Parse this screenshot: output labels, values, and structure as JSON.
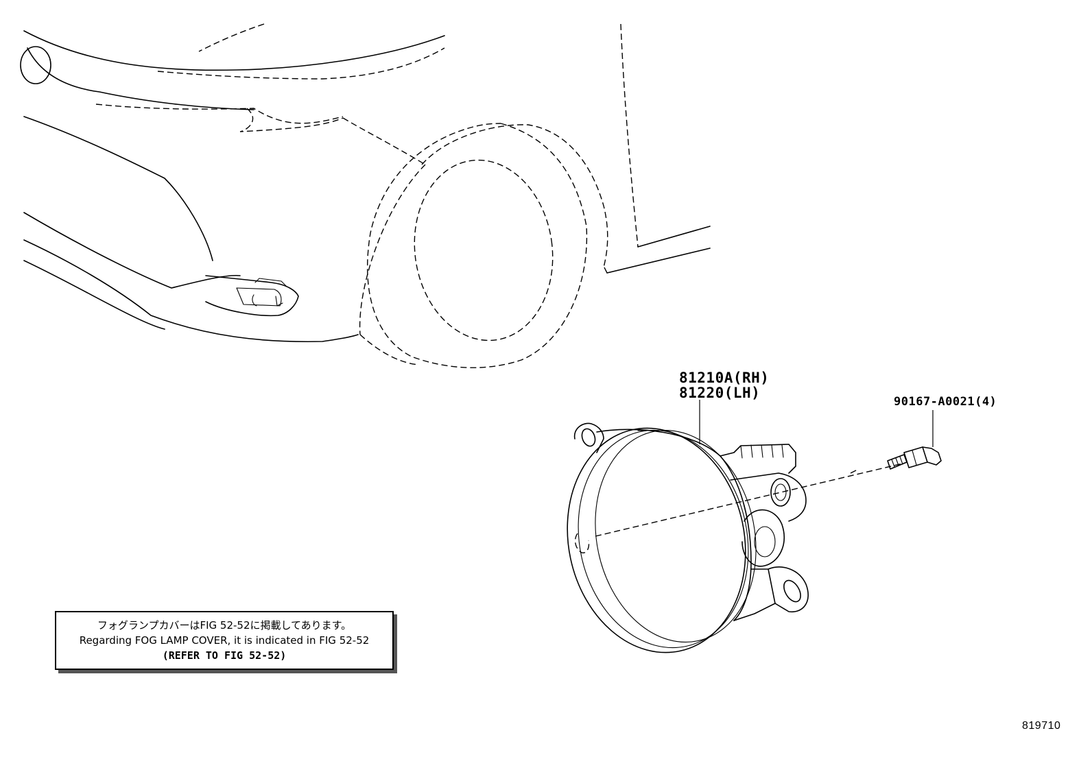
{
  "parts": {
    "fog_lamp_rh": "81210A(RH)",
    "fog_lamp_lh": "81220(LH)",
    "screw": "90167-A0021(4)"
  },
  "note": {
    "line_jp": "フォグランプカバーはFIG 52-52に掲載してあります。",
    "line_en": "Regarding FOG LAMP COVER, it is indicated in FIG 52-52",
    "line_ref": "(REFER TO FIG 52-52)"
  },
  "figure_id": "819710"
}
